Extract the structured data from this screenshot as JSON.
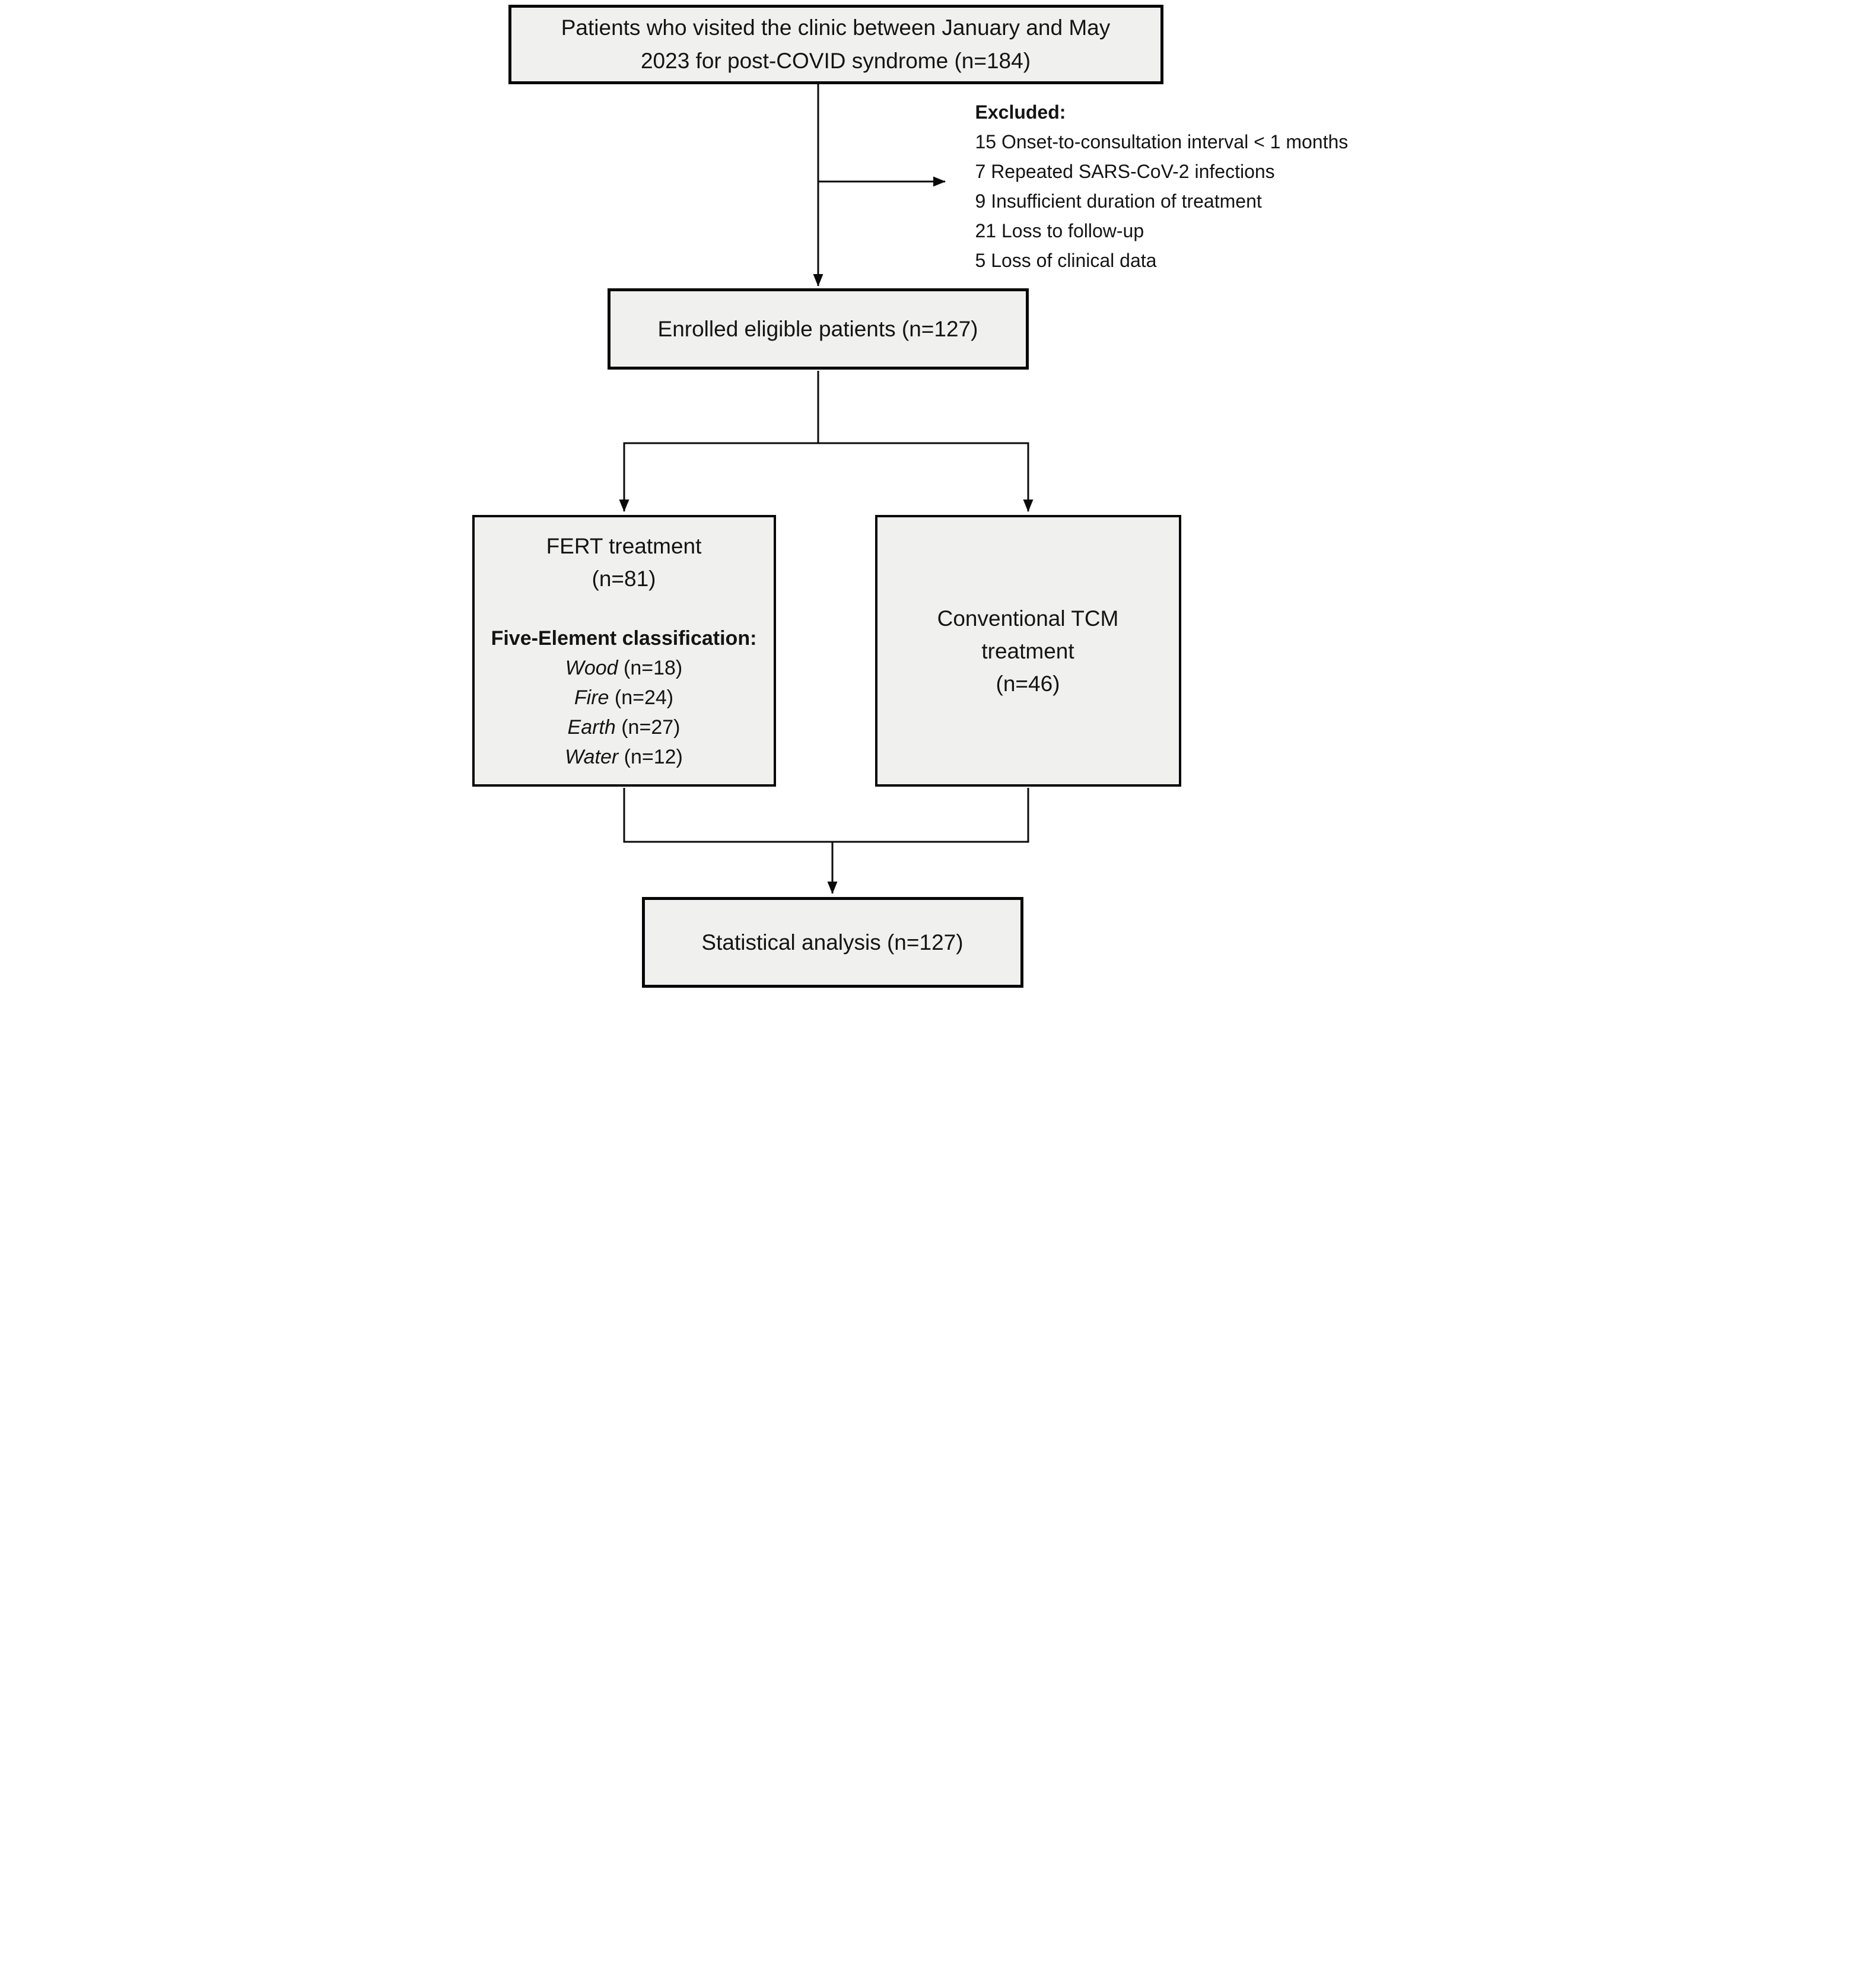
{
  "flowchart": {
    "boxes": {
      "visited": {
        "line1": "Patients who visited the clinic between January and May",
        "line2": "2023 for post-COVID syndrome (n=184)"
      },
      "enrolled": {
        "text": "Enrolled eligible patients (n=127)"
      },
      "fert": {
        "title_line1": "FERT treatment",
        "title_line2": "(n=81)",
        "classification_header": "Five-Element classification:",
        "classification": [
          {
            "element": "Wood",
            "count": "(n=18)"
          },
          {
            "element": "Fire",
            "count": "(n=24)"
          },
          {
            "element": "Earth",
            "count": "(n=27)"
          },
          {
            "element": "Water",
            "count": "(n=12)"
          }
        ]
      },
      "tcm": {
        "line1": "Conventional TCM",
        "line2": "treatment",
        "line3": "(n=46)"
      },
      "statistical": {
        "text": "Statistical analysis (n=127)"
      }
    },
    "excluded": {
      "header": "Excluded:",
      "items": [
        "15 Onset-to-consultation interval < 1 months",
        "7 Repeated SARS-CoV-2 infections",
        "9 Insufficient duration of treatment",
        "21 Loss to follow-up",
        "5 Loss of clinical data"
      ]
    },
    "colors": {
      "background": "#ffffff",
      "box_fill": "#f0f0ef",
      "box_border": "#060606",
      "line": "#0a0a0a",
      "text": "#141414"
    }
  }
}
